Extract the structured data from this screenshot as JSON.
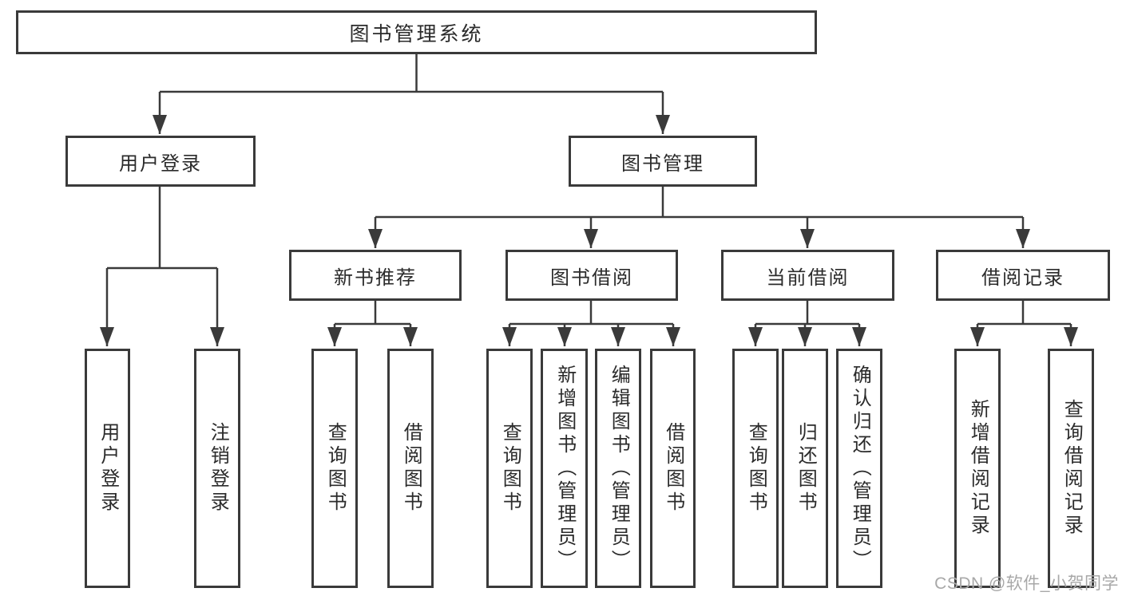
{
  "diagram_title": "图书管理系统",
  "nodes": {
    "root": "图书管理系统",
    "user_login": "用户登录",
    "book_management": "图书管理",
    "new_book_recommend": "新书推荐",
    "book_borrow": "图书借阅",
    "current_borrow": "当前借阅",
    "borrow_records": "借阅记录",
    "leaf_user_login": "用户登录",
    "leaf_logout": "注销登录",
    "leaf_query_books_a": "查询图书",
    "leaf_borrow_books_a": "借阅图书",
    "leaf_query_books_b": "查询图书",
    "leaf_add_book_admin": "新增图书（管理员）",
    "leaf_edit_book_admin": "编辑图书（管理员）",
    "leaf_borrow_books_b": "借阅图书",
    "leaf_query_books_c": "查询图书",
    "leaf_return_book": "归还图书",
    "leaf_confirm_return_admin": "确认归还（管理员）",
    "leaf_add_borrow_record": "新增借阅记录",
    "leaf_query_borrow_record": "查询借阅记录"
  },
  "hierarchy": {
    "图书管理系统": {
      "用户登录": [
        "用户登录",
        "注销登录"
      ],
      "图书管理": {
        "新书推荐": [
          "查询图书",
          "借阅图书"
        ],
        "图书借阅": [
          "查询图书",
          "新增图书（管理员）",
          "编辑图书（管理员）",
          "借阅图书"
        ],
        "当前借阅": [
          "查询图书",
          "归还图书",
          "确认归还（管理员）"
        ],
        "借阅记录": [
          "新增借阅记录",
          "查询借阅记录"
        ]
      }
    }
  },
  "watermark": {
    "text": "CSDN @软件_小贺同学"
  },
  "colors": {
    "line": "#3a3a3a",
    "box_border": "#3a3a3a",
    "text": "#2b2b2b",
    "background": "#ffffff",
    "watermark": "#a8a8a8"
  }
}
